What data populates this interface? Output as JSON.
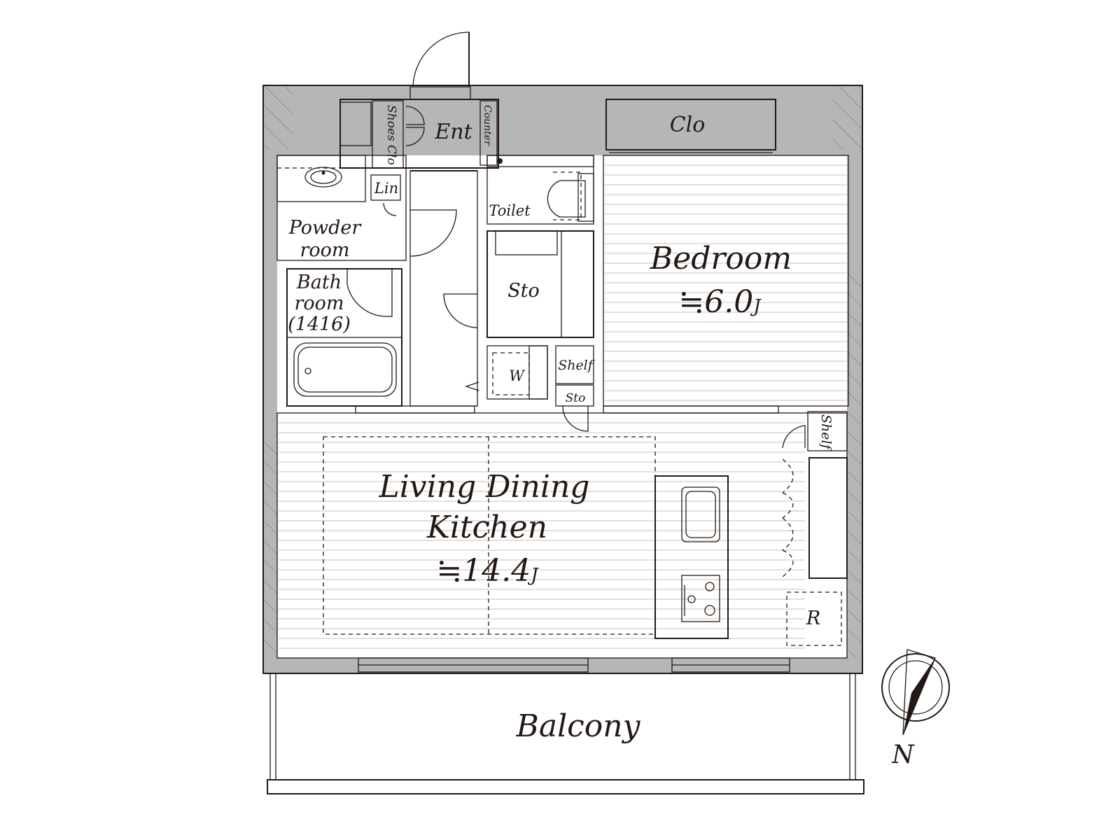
{
  "rooms": {
    "entrance": "Ent",
    "shoes_closet": "Shoes Clo",
    "counter": "Counter",
    "linen": "Lin",
    "powder_line1": "Powder",
    "powder_line2": "room",
    "bath_line1": "Bath",
    "bath_line2": "room",
    "bath_line3": "(1416)",
    "toilet": "Toilet",
    "storage_hall": "Sto",
    "washer": "W",
    "shelf_hall": "Shelf",
    "storage_small": "Sto",
    "closet": "Clo",
    "bedroom_name": "Bedroom",
    "bedroom_size_value": "≒6.0",
    "bedroom_size_unit": "J",
    "ldk_line1": "Living Dining",
    "ldk_line2": "Kitchen",
    "ldk_size_value": "≒14.4",
    "ldk_size_unit": "J",
    "shelf_kitchen": "Shelf",
    "refrigerator": "R",
    "balcony": "Balcony"
  },
  "compass": {
    "north_label": "N"
  },
  "colors": {
    "wall": "#b5b6b6",
    "wet_area": "#e3f1fa",
    "bedroom_floor": "#fbfbec",
    "ldk_floor": "#fdf1e2",
    "storage": "#ddd4c0",
    "closet": "#e3dcc8",
    "line": "#231815"
  }
}
